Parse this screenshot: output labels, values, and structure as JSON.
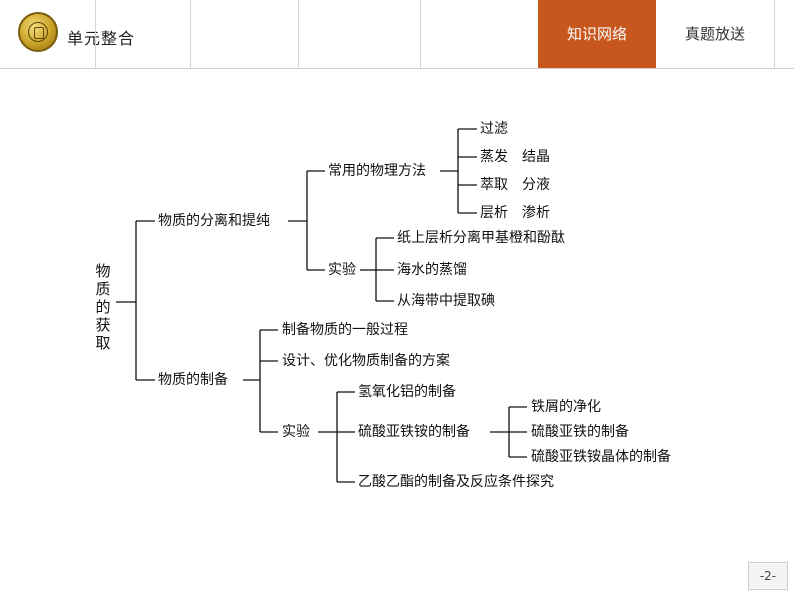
{
  "header": {
    "title": "单元整合",
    "tabs": [
      {
        "label": "知识网络",
        "active": true
      },
      {
        "label": "真题放送",
        "active": false
      }
    ],
    "accent_color": "#c8571e"
  },
  "diagram": {
    "root": "物质的获取",
    "separation": {
      "label": "物质的分离和提纯",
      "physical": {
        "label": "常用的物理方法",
        "items": [
          "过滤",
          "蒸发　结晶",
          "萃取　分液",
          "层析　渗析"
        ]
      },
      "experiment": {
        "label": "实验",
        "items": [
          "纸上层析分离甲基橙和酚酞",
          "海水的蒸馏",
          "从海带中提取碘"
        ]
      }
    },
    "preparation": {
      "label": "物质的制备",
      "items": [
        "制备物质的一般过程",
        "设计、优化物质制备的方案"
      ],
      "experiment": {
        "label": "实验",
        "items": [
          "氢氧化铝的制备",
          "硫酸亚铁铵的制备",
          "乙酸乙酯的制备及反应条件探究"
        ],
        "sub": {
          "items": [
            "铁屑的净化",
            "硫酸亚铁的制备",
            "硫酸亚铁铵晶体的制备"
          ]
        }
      }
    }
  },
  "footer": {
    "page": "-2-"
  }
}
